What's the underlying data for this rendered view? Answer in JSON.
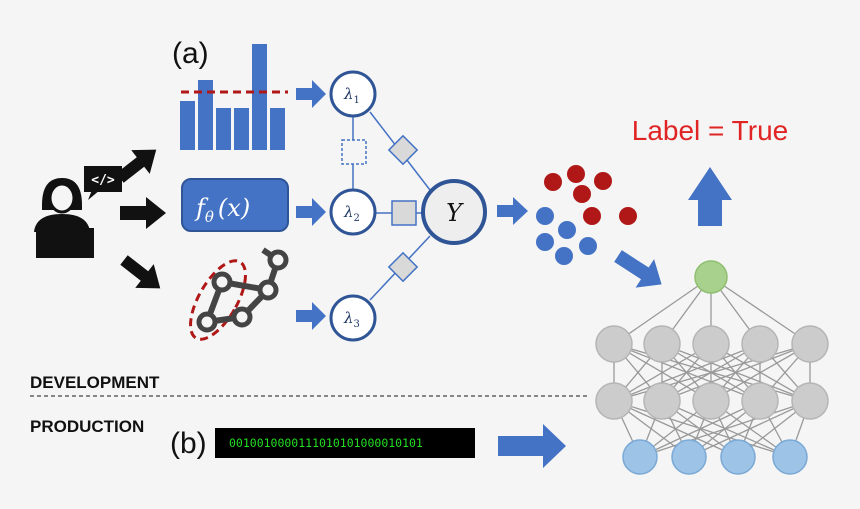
{
  "labels": {
    "part_a": "(a)",
    "part_b": "(b)",
    "development": "DEVELOPMENT",
    "production": "PRODUCTION",
    "output": "Label = True",
    "binary_stream": "0010010000111010101000010101",
    "code_glyph": "</>",
    "f_base": "f",
    "f_sub": "θ",
    "f_arg": "(x)",
    "lambda_symbol": "λ",
    "lambda_subs": [
      "1",
      "2",
      "3"
    ],
    "y_node": "Y"
  },
  "icons": {
    "developer": "developer-laptop-icon",
    "histogram": "histogram-icon",
    "graph": "graph-network-icon",
    "neural_network": "neural-network-icon"
  },
  "colors": {
    "background": "#f5f5f5",
    "blue": "#4472c4",
    "dark_blue": "#2f5597",
    "red_dot": "#b01818",
    "label_red": "#e02424",
    "green_output": "#a9d18e",
    "gray_neuron": "#cccccc",
    "light_blue_neuron": "#9dc3e6"
  }
}
